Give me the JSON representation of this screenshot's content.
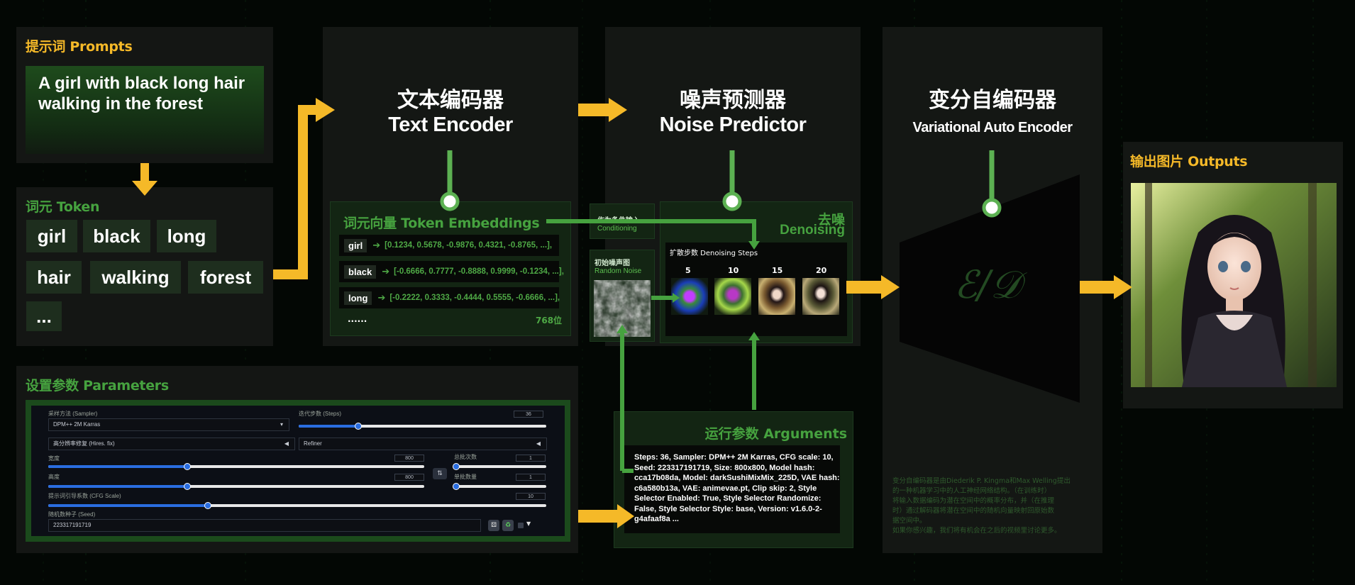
{
  "prompts": {
    "title": "提示词 Prompts",
    "text": "A girl with black long hair walking in the forest"
  },
  "token": {
    "title": "词元 Token",
    "chips": [
      "girl",
      "black",
      "long",
      "hair",
      "walking",
      "forest",
      "..."
    ]
  },
  "text_encoder": {
    "title_cn": "文本编码器",
    "title_en": "Text Encoder"
  },
  "embeddings": {
    "title": "词元向量 Token Embeddings",
    "rows": [
      {
        "token": "girl",
        "vector": "[0.1234, 0.5678, -0.9876, 0.4321, -0.8765, ...],"
      },
      {
        "token": "black",
        "vector": "[-0.6666, 0.7777, -0.8888, 0.9999, -0.1234, ...],"
      },
      {
        "token": "long",
        "vector": "[-0.2222, 0.3333, -0.4444, 0.5555, -0.6666, ...],"
      }
    ],
    "more": "......",
    "dim_label": "768位"
  },
  "noise_predictor": {
    "title_cn": "噪声预测器",
    "title_en": "Noise Predictor"
  },
  "conditioning": {
    "cn": "作为条件输入",
    "en": "Conditioning"
  },
  "random_noise": {
    "cn": "初始噪声图",
    "en": "Random Noise"
  },
  "denoising": {
    "title_cn": "去噪",
    "title_en": "Denoising",
    "steps_label": "扩散步数 Denoising Steps",
    "steps": [
      "5",
      "10",
      "15",
      "20"
    ]
  },
  "arguments": {
    "title": "运行参数 Arguments",
    "text": "Steps: 36, Sampler: DPM++ 2M Karras, CFG scale: 10, Seed: 223317191719, Size: 800x800, Model hash: cca17b08da, Model: darkSushiMixMix_225D, VAE hash: c6a580b13a, VAE: animevae.pt, Clip skip: 2, Style Selector Enabled: True, Style Selector Randomize: False, Style Selector Style: base, Version: v1.6.0-2-g4afaaf8a ..."
  },
  "vae": {
    "title_cn": "变分自编码器",
    "title_en": "Variational Auto Encoder",
    "symbol": "ℰ/𝒟",
    "description": [
      "变分自编码器是由Diederik P. Kingma和Max Welling提出",
      "的一种机器学习中的人工神经网络结构。（在训练时）",
      "将输入数据编码为潜在空间中的概率分布，并（在推理",
      "时）通过解码器将潜在空间中的随机向量映射回原始数",
      "据空间中。",
      "如果你感兴趣，我们将有机会在之后的视频里讨论更多。"
    ]
  },
  "outputs": {
    "title": "输出图片 Outputs"
  },
  "parameters": {
    "title": "设置参数 Parameters",
    "sampler_label": "采样方法 (Sampler)",
    "sampler_value": "DPM++ 2M Karras",
    "steps_label": "迭代步数 (Steps)",
    "steps_value": "36",
    "steps_fraction": 0.24,
    "hires_label": "高分辨率修复 (Hires. fix)",
    "refiner_label": "Refiner",
    "width_label": "宽度",
    "width_value": "800",
    "width_fraction": 0.37,
    "height_label": "高度",
    "height_value": "800",
    "height_fraction": 0.37,
    "batch_count_label": "总批次数",
    "batch_count_value": "1",
    "batch_size_label": "单批数量",
    "batch_size_value": "1",
    "cfg_label": "提示词引导系数 (CFG Scale)",
    "cfg_value": "10",
    "cfg_fraction": 0.32,
    "seed_label": "随机数种子 (Seed)",
    "seed_value": "223317191719",
    "swap_icon": "⇅"
  },
  "colors": {
    "green": "#46a23f",
    "yellow": "#f5b928",
    "panel": "#141614"
  }
}
